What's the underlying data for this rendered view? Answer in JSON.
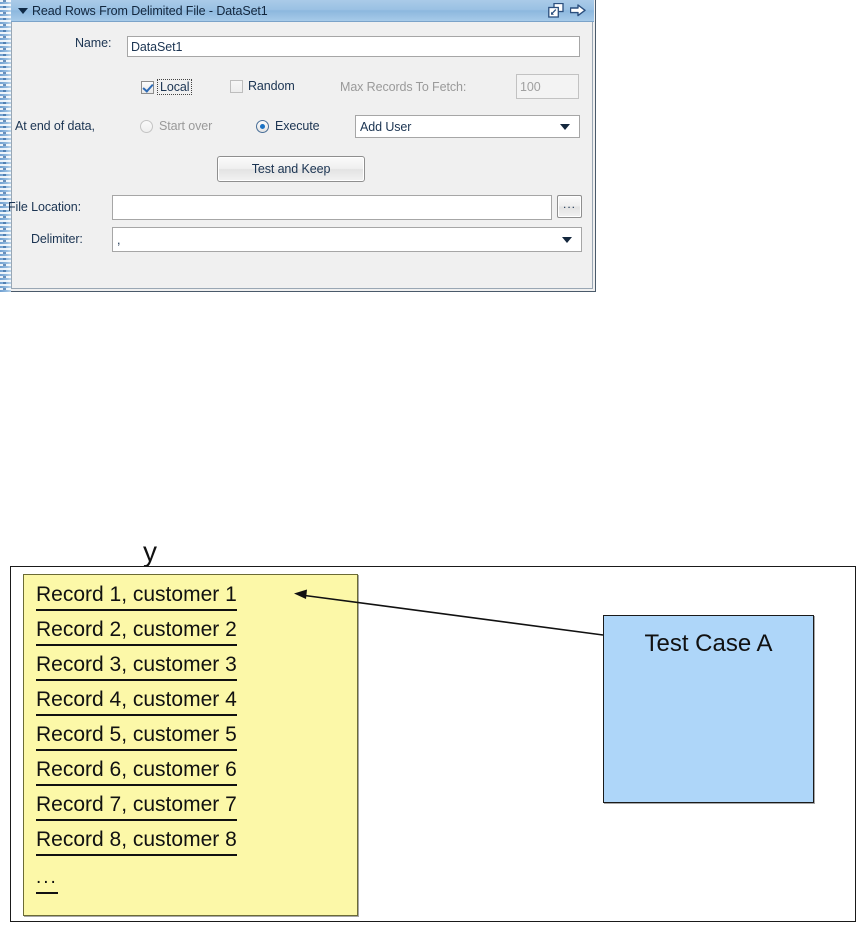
{
  "panel": {
    "title": "Read Rows From Delimited File - DataSet1",
    "collapse_icon": "triangle-down-icon",
    "icons": [
      {
        "name": "detach-restore-icon",
        "glyph": "restore"
      },
      {
        "name": "go-arrow-icon",
        "glyph": "arrow-right"
      }
    ],
    "name_field": {
      "label": "Name:",
      "value": "DataSet1"
    },
    "local_checkbox": {
      "label": "Local",
      "checked": true,
      "focused": true
    },
    "random_checkbox": {
      "label": "Random",
      "checked": false
    },
    "max_records": {
      "label": "Max Records To Fetch:",
      "value": "100",
      "disabled": true
    },
    "end_of_data": {
      "label": "At end of data,",
      "start_over": {
        "label": "Start over",
        "selected": false
      },
      "execute": {
        "label": "Execute",
        "selected": true
      },
      "action_dropdown": {
        "value": "Add User",
        "options": [
          "Add User"
        ]
      }
    },
    "test_button": {
      "label": "Test and Keep"
    },
    "file_location": {
      "label": "File Location:",
      "value": "",
      "browse_label": "..."
    },
    "delimiter": {
      "label": "Delimiter:",
      "value": ",",
      "options": [
        ","
      ]
    },
    "colors": {
      "titlebar": "#99c0e3",
      "panel_bg": "#f0f0f0",
      "text": "#1b3452",
      "disabled_text": "#9a9a9a",
      "rail": "#8fb8de"
    }
  },
  "diagram": {
    "stray_glyph": "y",
    "data_source_box": {
      "records": [
        "Record 1, customer 1",
        "Record 2, customer 2",
        "Record 3, customer 3",
        "Record 4, customer 4",
        "Record 5, customer 5",
        "Record 6, customer 6",
        "Record 7, customer 7",
        "Record 8, customer 8"
      ],
      "ellipsis": "...",
      "fill": "#fcf8a8"
    },
    "test_case_box": {
      "label": "Test Case A",
      "fill": "#aed6f9"
    },
    "connector": {
      "from": "test-case-a-box",
      "to": "record-1",
      "arrowhead": "at-record-1"
    }
  }
}
